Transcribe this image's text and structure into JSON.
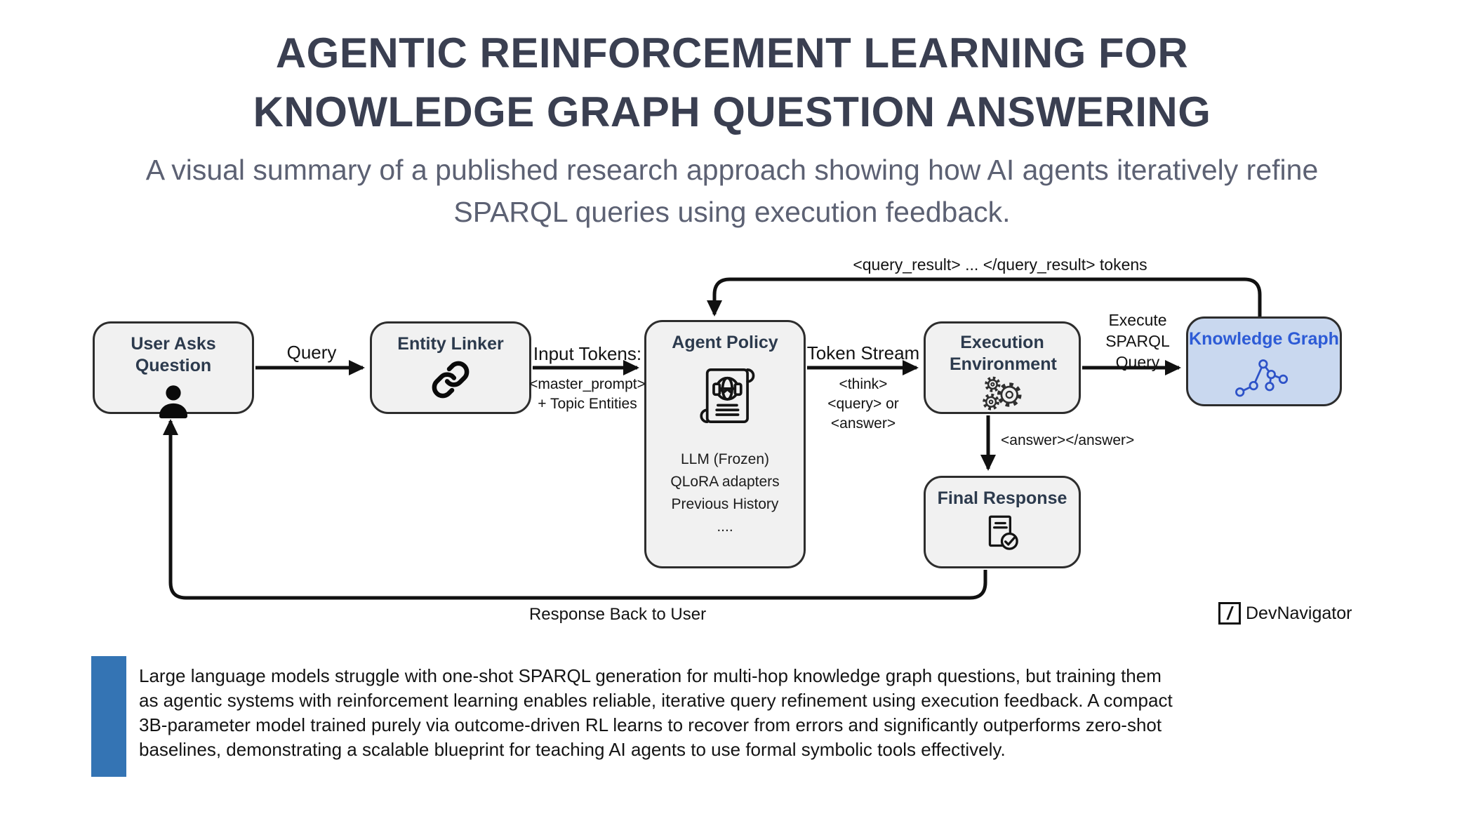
{
  "header": {
    "title_line1": "AGENTIC REINFORCEMENT LEARNING FOR",
    "title_line2": "KNOWLEDGE GRAPH QUESTION ANSWERING",
    "subtitle": "A visual summary of a published research approach showing how AI agents iteratively refine\nSPARQL queries using execution feedback."
  },
  "diagram": {
    "nodes": {
      "user": {
        "title": "User Asks Question",
        "icon": "person-icon"
      },
      "entity_linker": {
        "title": "Entity Linker",
        "icon": "chain-link-icon"
      },
      "agent_policy": {
        "title": "Agent Policy",
        "icon": "policy-scroll-icon",
        "lines": [
          "LLM (Frozen)",
          "QLoRA adapters",
          "Previous History",
          "...."
        ]
      },
      "execution_environment": {
        "title": "Execution Environment",
        "icon": "gears-icon"
      },
      "knowledge_graph": {
        "title": "Knowledge Graph",
        "icon": "graph-nodes-icon"
      },
      "final_response": {
        "title": "Final Response",
        "icon": "document-check-icon"
      }
    },
    "labels": {
      "query": "Query",
      "input_tokens": "Input Tokens:",
      "input_tokens_sub1": "<master_prompt>",
      "input_tokens_sub2": "+ Topic Entities",
      "token_stream": "Token Stream",
      "token_stream_sub1": "<think>",
      "token_stream_sub2": "<query> or",
      "token_stream_sub3": "<answer>",
      "execute_sparql": "Execute SPARQL Query",
      "query_result": "<query_result> ... </query_result> tokens",
      "answer_tag": "<answer></answer>",
      "response_back": "Response Back to User"
    }
  },
  "brand": {
    "logo_glyph": "/",
    "name": "DevNavigator"
  },
  "summary": {
    "text": "Large language models struggle with one-shot SPARQL generation for multi-hop knowledge graph questions, but training them\nas agentic systems with reinforcement learning enables reliable, iterative query refinement using execution feedback. A compact\n3B-parameter model trained purely via outcome-driven RL learns to recover from errors and significantly outperforms zero-shot\nbaselines, demonstrating a scalable blueprint for teaching AI agents to use formal symbolic tools effectively."
  },
  "colors": {
    "accent_bar": "#3474b4",
    "box_fill": "#f1f1f1",
    "kg_box_fill": "#c9d8ef",
    "kg_box_text": "#2d5bd6",
    "title_text": "#3a3f51",
    "arrow": "#111111"
  }
}
